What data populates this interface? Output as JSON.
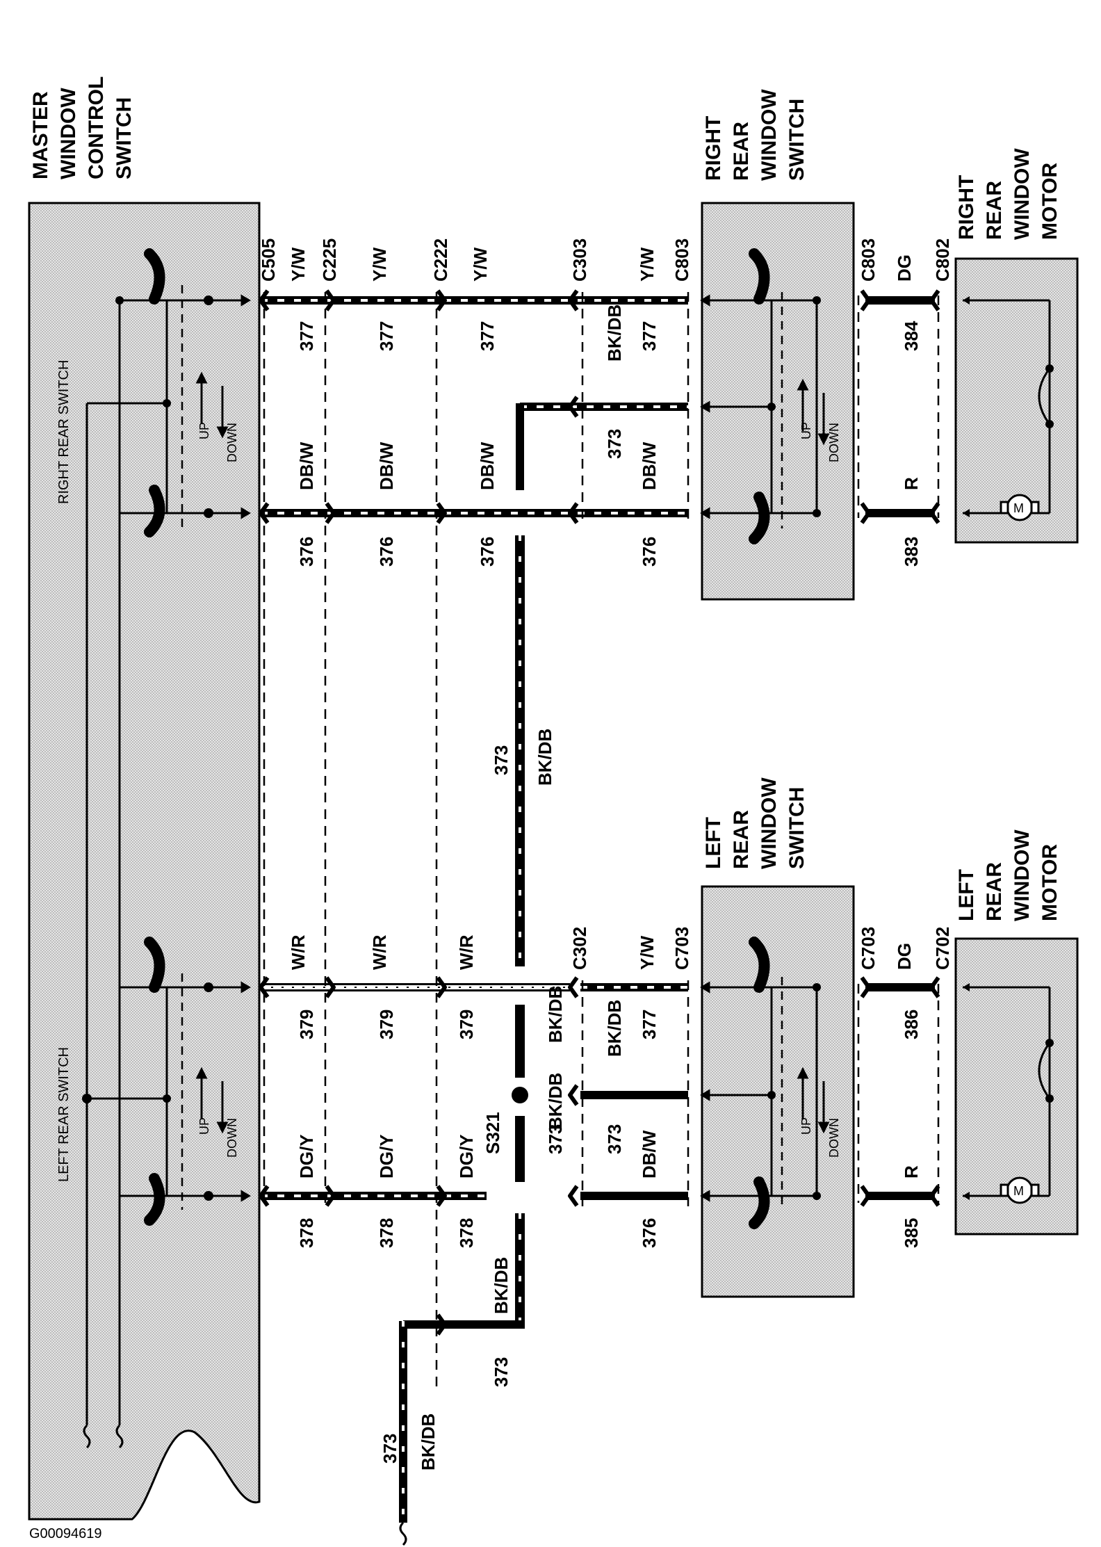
{
  "titles": {
    "master": [
      "MASTER",
      "WINDOW",
      "CONTROL",
      "SWITCH"
    ],
    "rr_switch": [
      "RIGHT",
      "REAR",
      "WINDOW",
      "SWITCH"
    ],
    "rr_motor": [
      "RIGHT",
      "REAR",
      "WINDOW",
      "MOTOR"
    ],
    "lr_switch": [
      "LEFT",
      "REAR",
      "WINDOW",
      "SWITCH"
    ],
    "lr_motor": [
      "LEFT",
      "REAR",
      "WINDOW",
      "MOTOR"
    ]
  },
  "switch_labels": {
    "right_rear": "RIGHT REAR SWITCH",
    "left_rear": "LEFT REAR SWITCH",
    "up": "UP",
    "down": "DOWN"
  },
  "connectors": {
    "c505": "C505",
    "c225": "C225",
    "c222": "C222",
    "c303": "C303",
    "c803a": "C803",
    "c803b": "C803",
    "c802": "C802",
    "c302": "C302",
    "c703a": "C703",
    "c703b": "C703",
    "c702": "C702",
    "s321": "S321"
  },
  "wires": {
    "yw": "Y/W",
    "dbw": "DB/W",
    "dg": "DG",
    "r": "R",
    "wr": "W/R",
    "dgy": "DG/Y",
    "bkdb": "BK/DB",
    "n377": "377",
    "n376": "376",
    "n373": "373",
    "n384": "384",
    "n383": "383",
    "n379": "379",
    "n378": "378",
    "n386": "386",
    "n385": "385"
  },
  "figure_id": "G00094619"
}
